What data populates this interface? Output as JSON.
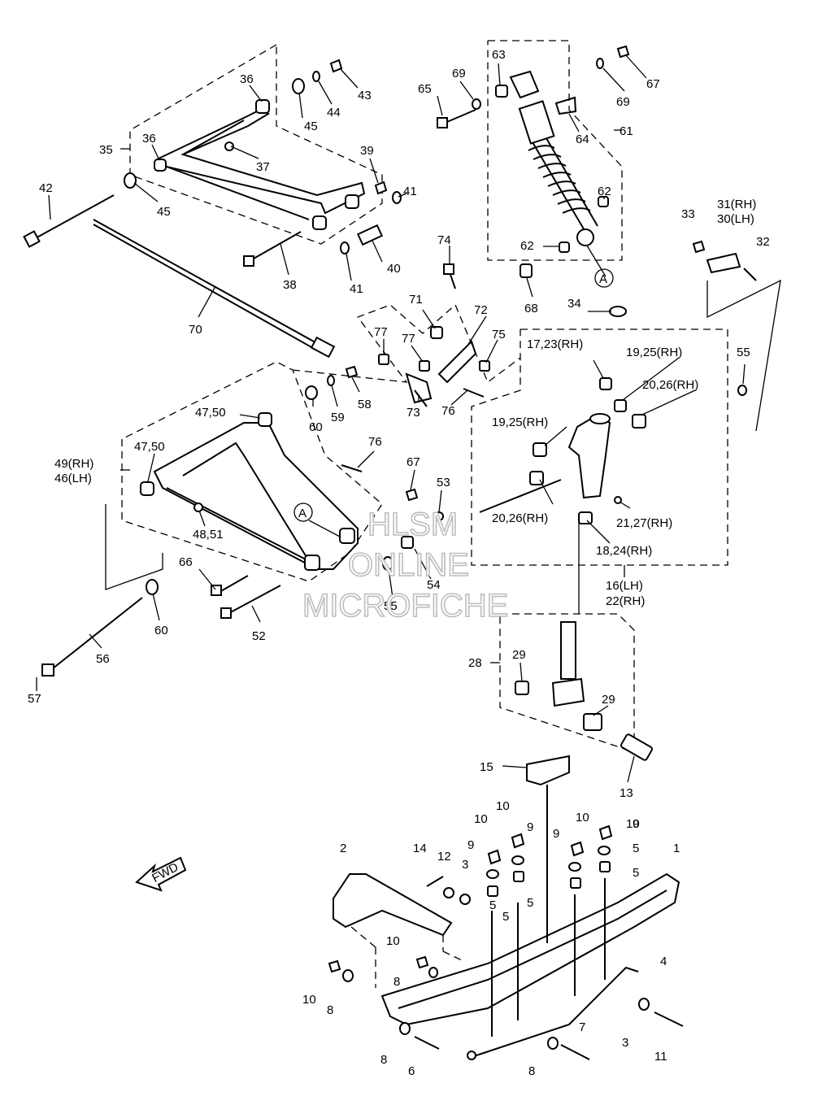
{
  "labels": {
    "p1": "1",
    "p2": "2",
    "p3a": "3",
    "p3b": "3",
    "p4": "4",
    "p5a": "5",
    "p5b": "5",
    "p5c": "5",
    "p5d": "5",
    "p5e": "5",
    "p6": "6",
    "p7": "7",
    "p8a": "8",
    "p8b": "8",
    "p8c": "8",
    "p8d": "8",
    "p9a": "9",
    "p9b": "9",
    "p9c": "9",
    "p9d": "9",
    "p10a": "10",
    "p10b": "10",
    "p10c": "10",
    "p10d": "10",
    "p10e": "10",
    "p10f": "10",
    "p11": "11",
    "p12": "12",
    "p13": "13",
    "p14": "14",
    "p15": "15",
    "p16_22": "16(LH)\n22(RH)",
    "p17_23": "17,23(RH)",
    "p18_24": "18,24(RH)",
    "p19_25a": "19,25(RH)",
    "p19_25b": "19,25(RH)",
    "p20_26a": "20,26(RH)",
    "p20_26b": "20,26(RH)",
    "p21_27": "21,27(RH)",
    "p28": "28",
    "p29a": "29",
    "p29b": "29",
    "p31_30": "31(RH)\n30(LH)",
    "p32": "32",
    "p33": "33",
    "p34": "34",
    "p35": "35",
    "p36a": "36",
    "p36b": "36",
    "p37": "37",
    "p38": "38",
    "p39": "39",
    "p40": "40",
    "p41a": "41",
    "p41b": "41",
    "p42": "42",
    "p43": "43",
    "p44": "44",
    "p45a": "45",
    "p45b": "45",
    "p47_50a": "47,50",
    "p47_50b": "47,50",
    "p48_51": "48,51",
    "p49_46": "49(RH)\n46(LH)",
    "p52": "52",
    "p53": "53",
    "p54": "54",
    "p55a": "55",
    "p55b": "55",
    "p56": "56",
    "p57": "57",
    "p58": "58",
    "p59": "59",
    "p60a": "60",
    "p60b": "60",
    "p61": "61",
    "p62a": "62",
    "p62b": "62",
    "p63": "63",
    "p64": "64",
    "p65": "65",
    "p66": "66",
    "p67a": "67",
    "p67b": "67",
    "p68": "68",
    "p69a": "69",
    "p69b": "69",
    "p70": "70",
    "p71": "71",
    "p72": "72",
    "p73": "73",
    "p74": "74",
    "p75": "75",
    "p76a": "76",
    "p76b": "76",
    "p77a": "77",
    "p77b": "77",
    "markerA1": "A",
    "markerA2": "A",
    "fwd": "FWD"
  },
  "watermark": {
    "line1": "HLSM",
    "line2": "ONLINE",
    "line3": "MICROFICHE"
  }
}
